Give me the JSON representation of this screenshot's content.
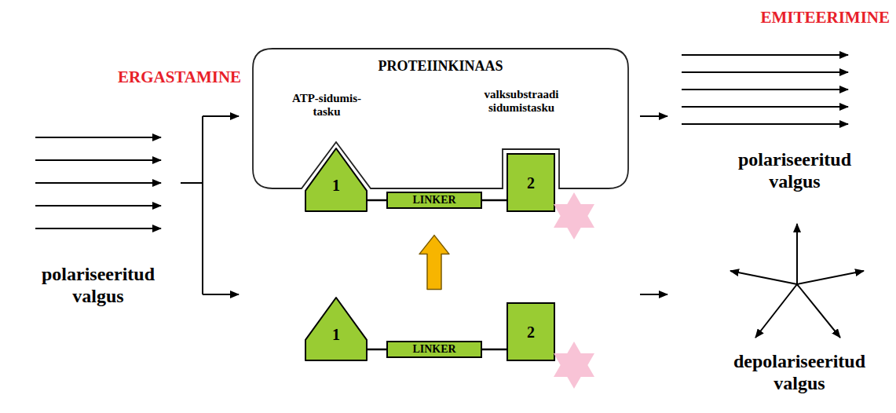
{
  "diagram": {
    "nodes": [
      {
        "text": [
          "PROTEIINKINAAS",
          "ATP-sidumis- tasku",
          "valksubstraadi sidumistasku"
        ]
      },
      {
        "text": [
          "1"
        ],
        "in": 0
      },
      {
        "text": [
          "LINKER"
        ],
        "in": 0
      },
      {
        "text": [
          "2"
        ],
        "in": 0
      },
      {
        "text": [
          "1"
        ]
      },
      {
        "text": [
          "LINKER"
        ]
      },
      {
        "text": [
          "2"
        ]
      }
    ],
    "edges": [
      {
        "from": 1,
        "to": 2,
        "arrow": "none"
      },
      {
        "from": 2,
        "to": 3,
        "arrow": "none"
      },
      {
        "from": 4,
        "to": 5,
        "arrow": "none"
      },
      {
        "from": 5,
        "to": 6,
        "arrow": "none"
      },
      {
        "from": 5,
        "to": 2,
        "arrow": "to"
      }
    ],
    "labels": [
      "ERGASTAMINE",
      "polariseeritud valgus",
      "EMITEERIMINE",
      "polariseeritud valgus",
      "depolariseeritud valgus"
    ]
  }
}
